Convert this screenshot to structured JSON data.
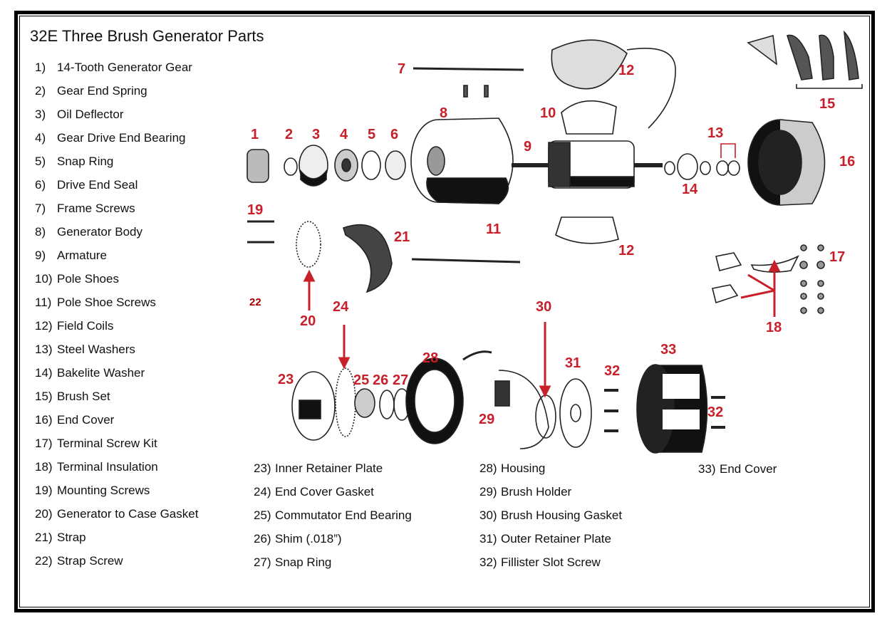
{
  "title": "32E Three Brush Generator Parts",
  "accent_color": "#c8202a",
  "parts_left": [
    {
      "num": "1)",
      "label": "14-Tooth Generator Gear"
    },
    {
      "num": "2)",
      "label": "Gear End Spring"
    },
    {
      "num": "3)",
      "label": "Oil Deflector"
    },
    {
      "num": "4)",
      "label": "Gear Drive End Bearing"
    },
    {
      "num": "5)",
      "label": "Snap Ring"
    },
    {
      "num": "6)",
      "label": "Drive End Seal"
    },
    {
      "num": "7)",
      "label": "Frame Screws"
    },
    {
      "num": "8)",
      "label": "Generator Body"
    },
    {
      "num": "9)",
      "label": "Armature"
    },
    {
      "num": "10)",
      "label": "Pole Shoes"
    },
    {
      "num": "11)",
      "label": "Pole Shoe Screws"
    },
    {
      "num": "12)",
      "label": "Field Coils"
    },
    {
      "num": "13)",
      "label": "Steel Washers"
    },
    {
      "num": "14)",
      "label": "Bakelite Washer"
    },
    {
      "num": "15)",
      "label": "Brush Set"
    },
    {
      "num": "16)",
      "label": "End Cover"
    },
    {
      "num": "17)",
      "label": "Terminal Screw Kit"
    },
    {
      "num": "18)",
      "label": "Terminal Insulation"
    },
    {
      "num": "19)",
      "label": "Mounting Screws"
    },
    {
      "num": "20)",
      "label": "Generator to Case Gasket"
    },
    {
      "num": "21)",
      "label": "Strap"
    },
    {
      "num": "22)",
      "label": "Strap Screw"
    }
  ],
  "parts_col2": [
    {
      "num": "23)",
      "label": "Inner Retainer Plate"
    },
    {
      "num": "24)",
      "label": "End Cover Gasket"
    },
    {
      "num": "25)",
      "label": "Commutator End Bearing"
    },
    {
      "num": "26)",
      "label": "Shim (.018”)"
    },
    {
      "num": "27)",
      "label": "Snap Ring"
    }
  ],
  "parts_col3": [
    {
      "num": "28)",
      "label": "Housing"
    },
    {
      "num": "29)",
      "label": "Brush Holder"
    },
    {
      "num": "30)",
      "label": "Brush Housing Gasket"
    },
    {
      "num": "31)",
      "label": "Outer Retainer Plate"
    },
    {
      "num": "32)",
      "label": "Fillister Slot Screw"
    }
  ],
  "parts_col4": [
    {
      "num": "33)",
      "label": "End Cover"
    }
  ],
  "callouts": {
    "c1": "1",
    "c2": "2",
    "c3": "3",
    "c4": "4",
    "c5": "5",
    "c6": "6",
    "c7": "7",
    "c8": "8",
    "c9": "9",
    "c10": "10",
    "c11": "11",
    "c12a": "12",
    "c12b": "12",
    "c13": "13",
    "c14": "14",
    "c15": "15",
    "c16": "16",
    "c17": "17",
    "c18": "18",
    "c19": "19",
    "c20": "20",
    "c21": "21",
    "c22": "22",
    "c23": "23",
    "c24": "24",
    "c25": "25",
    "c26": "26",
    "c27": "27",
    "c28": "28",
    "c29": "29",
    "c30": "30",
    "c31": "31",
    "c32a": "32",
    "c32b": "32",
    "c33": "33"
  }
}
